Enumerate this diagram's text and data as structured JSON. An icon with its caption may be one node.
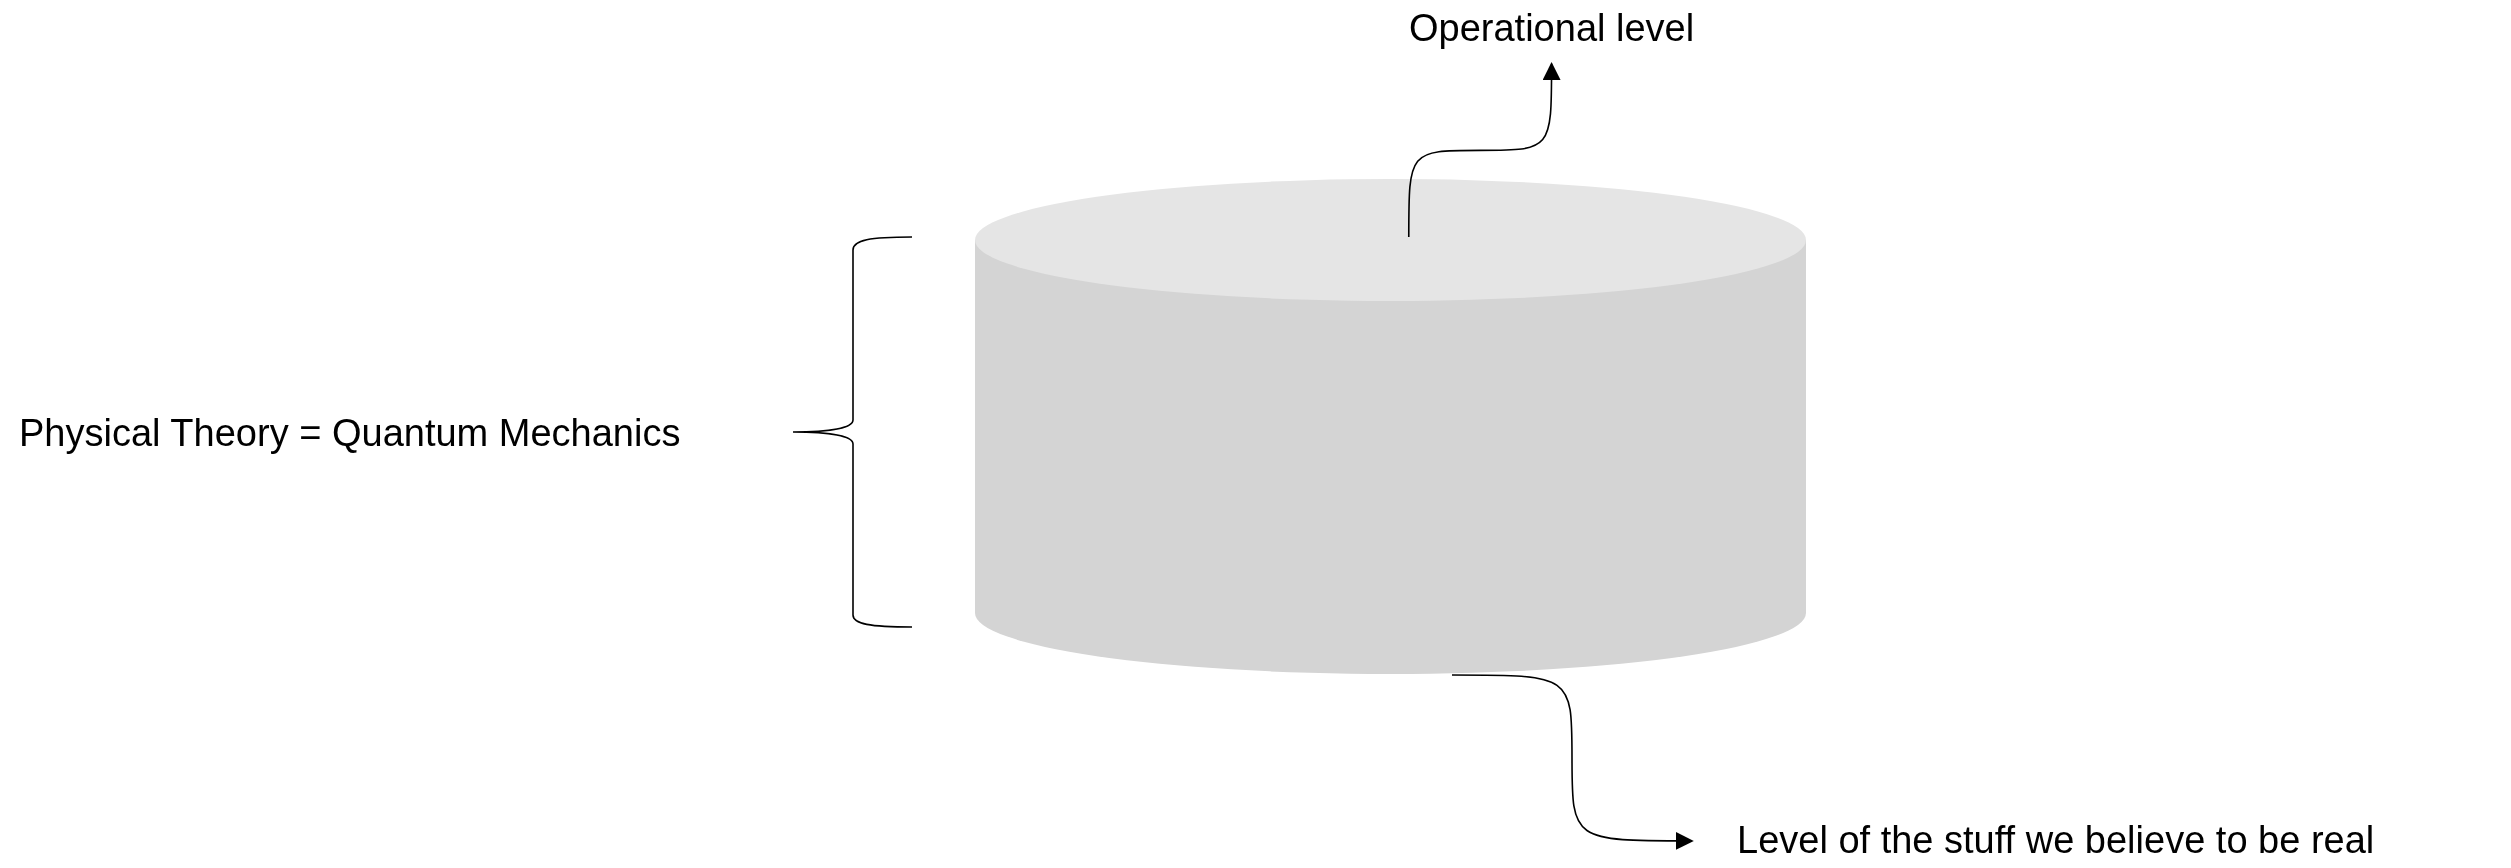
{
  "diagram": {
    "nodes": [
      {
        "text": [],
        "shape": "cylinder"
      },
      {
        "text": [
          "Operational level"
        ]
      },
      {
        "text": [
          "Level of the stuff we believe to be real"
        ]
      }
    ],
    "edges": [
      {
        "from": 0,
        "to": 1,
        "arrow": "to"
      },
      {
        "from": 0,
        "to": 2,
        "arrow": "to"
      }
    ],
    "labels": [
      "Physical Theory = Quantum Mechanics"
    ]
  }
}
